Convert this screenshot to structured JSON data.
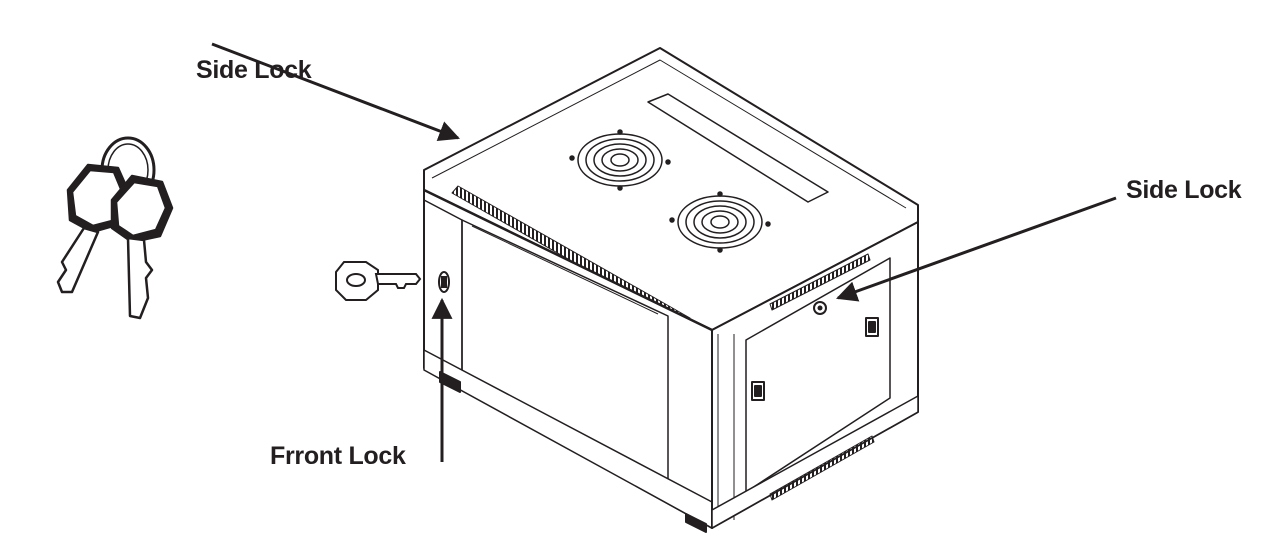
{
  "labels": {
    "side_lock_left": "Side Lock",
    "side_lock_right": "Side Lock",
    "front_lock": "Frront Lock"
  },
  "colors": {
    "line": "#231f20",
    "background": "#ffffff",
    "key_fill": "#ffffff"
  },
  "icons": {
    "key_ring": "keys-on-ring-icon",
    "single_key": "key-icon",
    "cabinet": "wall-mount-cabinet-illustration",
    "fan": "fan-grille-icon"
  }
}
